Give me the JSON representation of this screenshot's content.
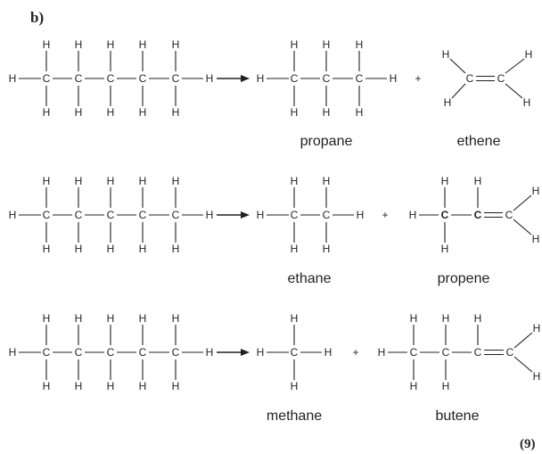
{
  "part_label": "b)",
  "marks": "(9)",
  "atoms": {
    "carbon": "C",
    "hydrogen": "H"
  },
  "plus_sign": "+",
  "reactions": [
    {
      "products": [
        {
          "name": "propane"
        },
        {
          "name": "ethene"
        }
      ]
    },
    {
      "products": [
        {
          "name": "ethane"
        },
        {
          "name": "propene"
        }
      ]
    },
    {
      "products": [
        {
          "name": "methane"
        },
        {
          "name": "butene"
        }
      ]
    }
  ]
}
